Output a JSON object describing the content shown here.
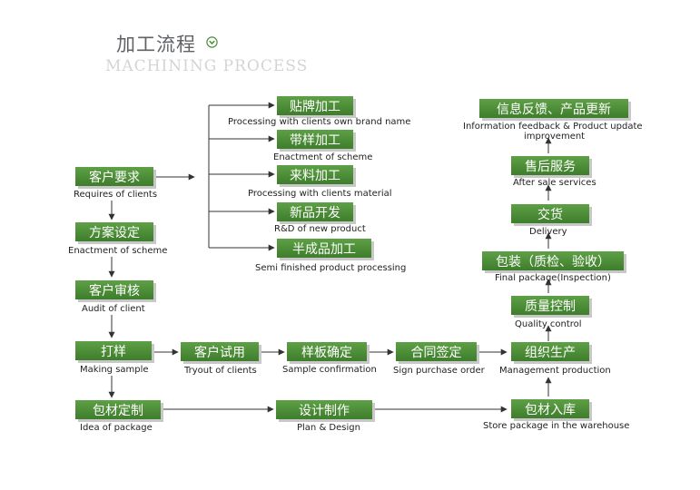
{
  "header": {
    "title": "加工流程",
    "subtitle": "MACHINING PROCESS",
    "title_icon": "circle-chevron-down-icon"
  },
  "colors": {
    "node_fill": "#4e8f38",
    "node_text": "#ffffff",
    "arrow": "#333333",
    "title": "#5f6266",
    "subtitle": "#d4d4d4"
  },
  "steps": {
    "requirements": {
      "label": "客户要求",
      "caption": "Requires of clients"
    },
    "scheme": {
      "label": "方案设定",
      "caption": "Enactment of scheme"
    },
    "audit": {
      "label": "客户审核",
      "caption": "Audit of client"
    },
    "sample": {
      "label": "打样",
      "caption": "Making sample"
    },
    "package_idea": {
      "label": "包材定制",
      "caption": "Idea of package"
    },
    "oem": {
      "label": "贴牌加工",
      "caption": "Processing with clients own brand name"
    },
    "sample_process": {
      "label": "带样加工",
      "caption": "Enactment of scheme"
    },
    "material": {
      "label": "来料加工",
      "caption": "Processing with clients material"
    },
    "new_product": {
      "label": "新品开发",
      "caption": "R&D of new product"
    },
    "semi_finished": {
      "label": "半成品加工",
      "caption": "Semi finished product processing"
    },
    "tryout": {
      "label": "客户试用",
      "caption": "Tryout of clients"
    },
    "confirm": {
      "label": "样板确定",
      "caption": "Sample confirmation"
    },
    "contract": {
      "label": "合同签定",
      "caption": "Sign purchase order"
    },
    "design": {
      "label": "设计制作",
      "caption": "Plan & Design"
    },
    "feedback": {
      "label": "信息反馈、产品更新",
      "caption_1": "Information feedback & Product update",
      "caption_2": "improvement"
    },
    "after_sale": {
      "label": "售后服务",
      "caption": "After sale services"
    },
    "delivery": {
      "label": "交货",
      "caption": "Delivery"
    },
    "final_package": {
      "label": "包装（质检、验收）",
      "caption": "Final package(Inspection)"
    },
    "quality": {
      "label": "质量控制",
      "caption": "Quality control"
    },
    "production": {
      "label": "组织生产",
      "caption": "Management production"
    },
    "store": {
      "label": "包材入库",
      "caption": "Store package in the warehouse"
    }
  }
}
